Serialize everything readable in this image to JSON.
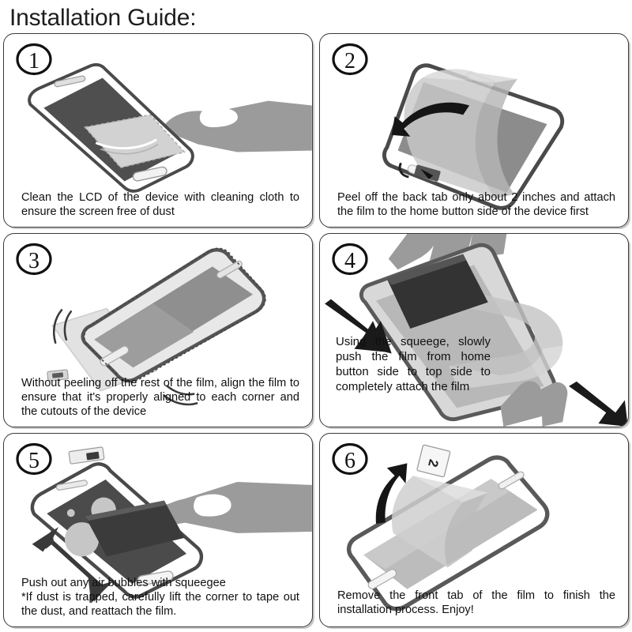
{
  "title": "Installation Guide:",
  "panels": [
    {
      "number": "1",
      "number_glyph": "①",
      "caption": "Clean the LCD of the device with cleaning cloth to ensure the screen free of dust",
      "art_name": "phone-with-cleaning-cloth-and-hand"
    },
    {
      "number": "2",
      "number_glyph": "②",
      "caption": "Peel off the back tab only about 2 inches and attach the film to the home button side of the device first",
      "art_name": "phone-with-film-peeling-back-tab"
    },
    {
      "number": "3",
      "number_glyph": "③",
      "caption": "Without peeling off the rest of the film, align the film to ensure that it's properly aligned to each corner and the cutouts of the device",
      "art_name": "phone-aligned-over-film-sheet"
    },
    {
      "number": "4",
      "number_glyph": "④",
      "caption": "Using the squeege, slowly push the film from home button side to top side to completely attach the film",
      "art_name": "phone-with-squeegee-and-hands"
    },
    {
      "number": "5",
      "number_glyph": "⑤",
      "caption": "Push out any air bubbles with squeegee\n*If dust is trapped, carefully lift the corner to tape out the dust, and reattach the film.",
      "art_name": "phone-with-bubbles-and-squeegee"
    },
    {
      "number": "6",
      "number_glyph": "⑥",
      "caption": "Remove the front tab of the film to finish the installation process. Enjoy!",
      "art_name": "phone-with-front-tab-lifting"
    }
  ],
  "labels": {
    "front_tab_number": "2"
  },
  "colors": {
    "background": "#ffffff",
    "panel_border": "#3a3a3a",
    "panel_shadow": "#c8c8c8",
    "text": "#101010",
    "title_text": "#1d1d1d",
    "phone_body": "#ffffff",
    "phone_outline": "#4a4a4a",
    "screen_dark": "#4f4f4f",
    "screen_mid": "#8c8c8c",
    "film_light": "#cfcfcf",
    "film_mid": "#b4b4b4",
    "hand_gray": "#9b9b9b",
    "squeegee_dark": "#383838",
    "arrow_black": "#1a1a1a"
  }
}
